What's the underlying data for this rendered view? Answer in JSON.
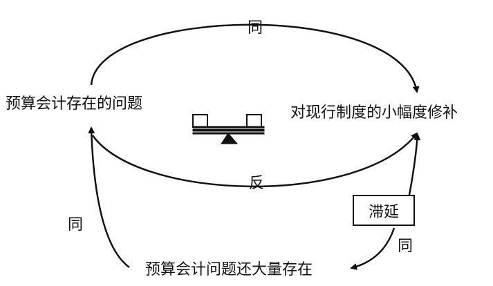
{
  "nodes": {
    "problem": "预算会计存在的问题",
    "repair": "对现行制度的小幅度修补",
    "remaining": "预算会计问题还大量存在",
    "delay": "滞延"
  },
  "links": {
    "top": "同",
    "middle": "反",
    "left": "同",
    "right": "同"
  },
  "icons": [
    "balance-scale-icon"
  ]
}
